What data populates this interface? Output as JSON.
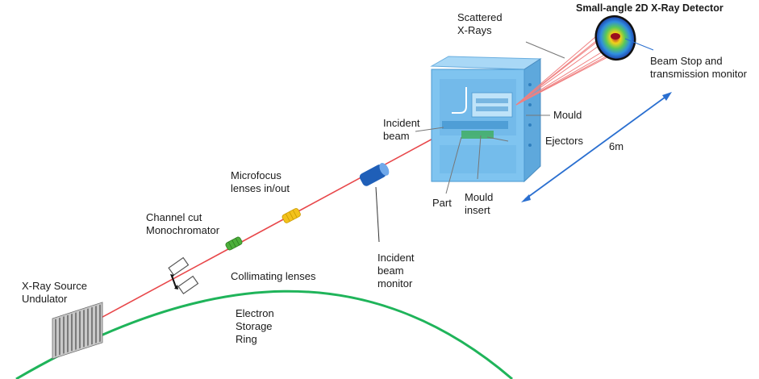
{
  "labels": {
    "detector": "Small-angle 2D X-Ray Detector",
    "scattered": "Scattered\nX-Rays",
    "beam_stop": "Beam Stop and\ntransmission monitor",
    "mould": "Mould",
    "ejectors": "Ejectors",
    "distance": "6m",
    "incident_beam": "Incident\nbeam",
    "part": "Part",
    "mould_insert": "Mould\ninsert",
    "microfocus": "Microfocus\nlenses in/out",
    "monochromator": "Channel cut\nMonochromator",
    "incident_monitor": "Incident\nbeam\nmonitor",
    "collimating": "Collimating lenses",
    "source": "X-Ray Source\nUndulator",
    "storage_ring": "Electron\nStorage\nRing"
  },
  "colors": {
    "beam": "#e8474a",
    "ring": "#1fb45a",
    "mould_fill": "#7fc4f0",
    "mould_dark": "#4a98d0",
    "lens_yellow": "#f3c21c",
    "lens_green": "#4caf3a",
    "monitor_blue": "#1f5fb8",
    "arrow_blue": "#2a6fd0",
    "undulator": "#8a8a8a"
  }
}
